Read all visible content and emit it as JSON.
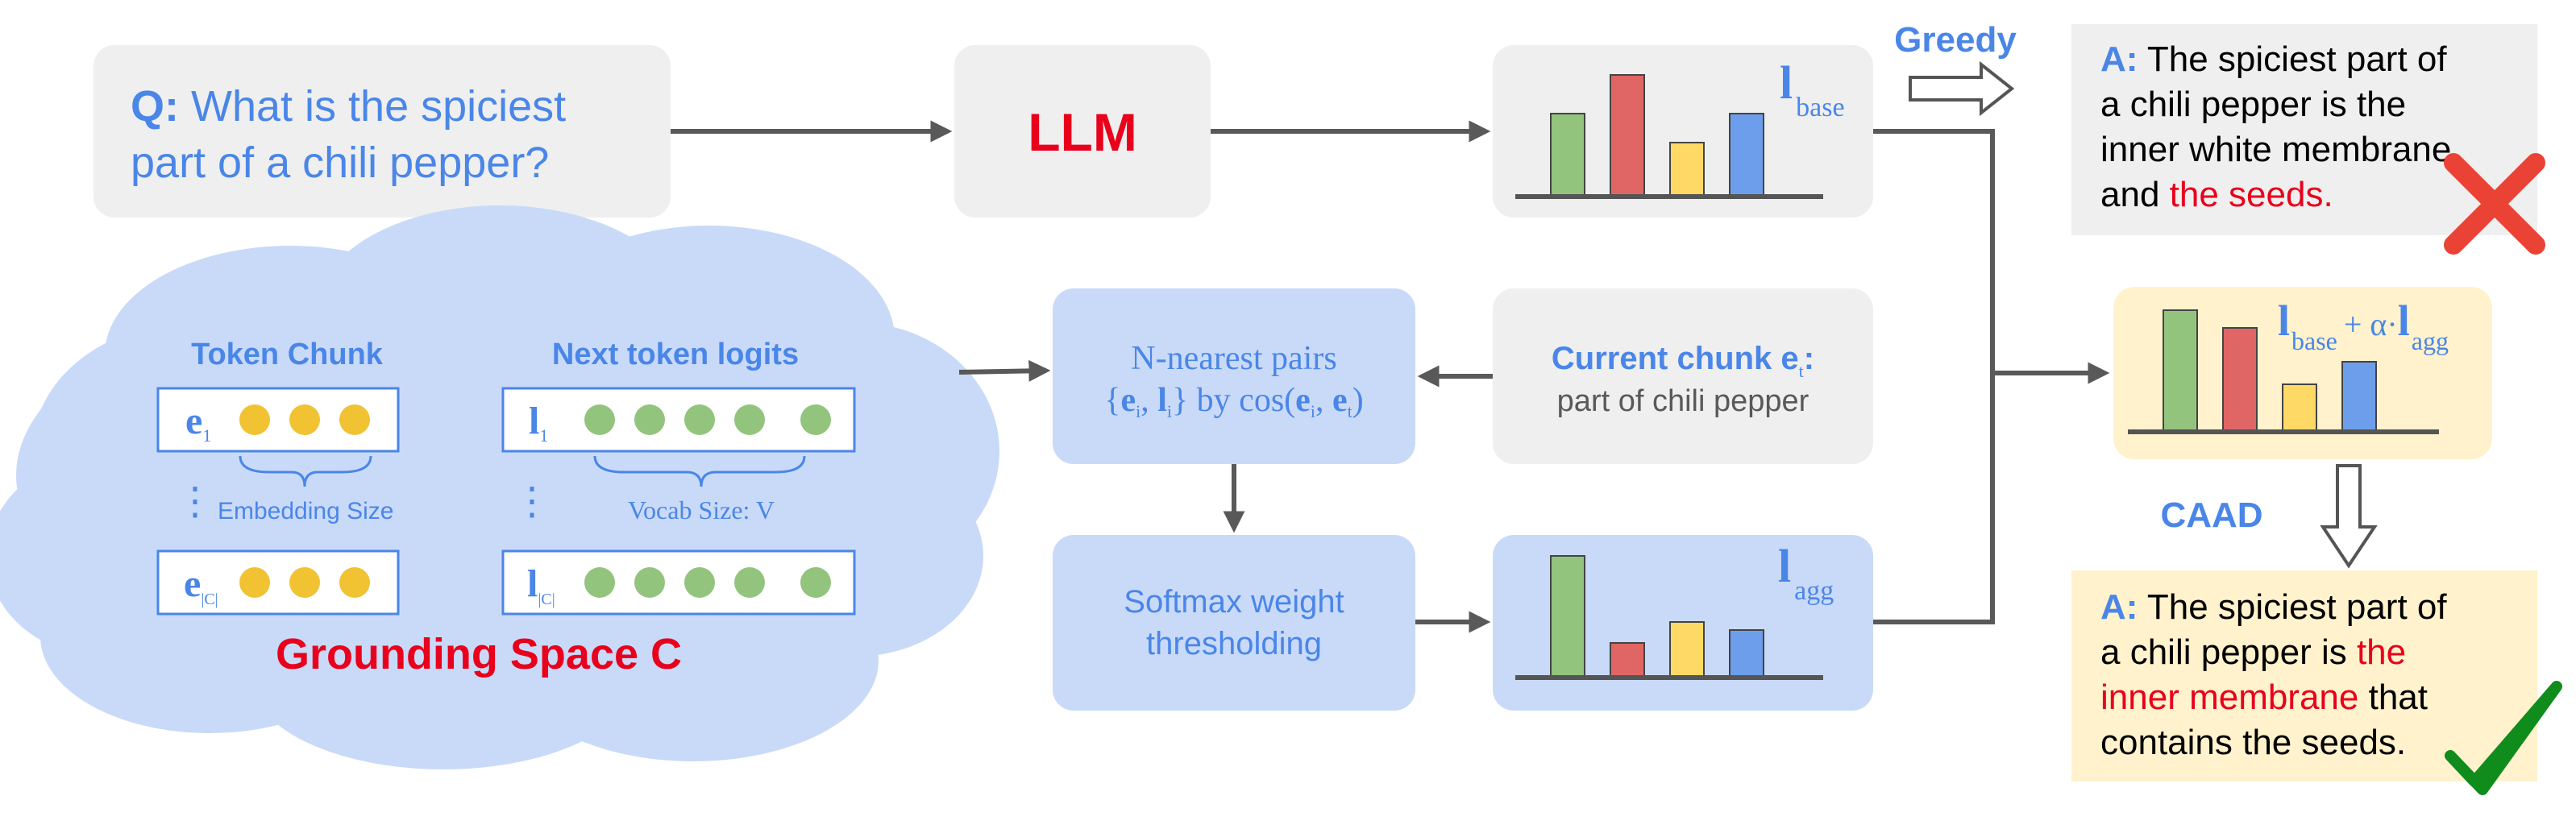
{
  "question": {
    "prefix": "Q:",
    "line1": "What is the spiciest",
    "line2": "part of a chili pepper?"
  },
  "llm_label": "LLM",
  "greedy_label": "Greedy",
  "caad_label": "CAAD",
  "base_logits": {
    "symbol": "l",
    "subscript": "base"
  },
  "agg_logits": {
    "symbol": "l",
    "subscript": "agg"
  },
  "combined_logits": {
    "symbol": "l",
    "subscript": "base",
    "plus_alpha": "+ α·",
    "symbol2": "l",
    "subscript2": "agg"
  },
  "answer_greedy": {
    "prefix": "A:",
    "line1": "The spiciest part of",
    "line2": "a chili pepper is the",
    "line3": "inner white membrane",
    "line4_black": "and ",
    "line4_red": "the seeds."
  },
  "answer_caad": {
    "prefix": "A:",
    "line1": "The spiciest part of",
    "line2_black": "a chili pepper is ",
    "line2_red": "the",
    "line3_red": "inner membrane",
    "line3_black": " that",
    "line4": "contains the seeds."
  },
  "grounding_space": {
    "title": "Grounding Space C",
    "token_chunk_header": "Token Chunk",
    "logits_header": "Next token logits",
    "embedding_size_label": "Embedding Size",
    "vocab_size_label": "Vocab Size: V",
    "e_symbol": "e",
    "e_sub_first": "1",
    "e_sub_last": "|C|",
    "l_symbol": "l",
    "l_sub_first": "1",
    "l_sub_last": "|C|",
    "vertical_dots": "⋮"
  },
  "nearest_pairs": {
    "line1": "N-nearest pairs",
    "line2": "{e_i, l_i} by cos(e_i, e_t)"
  },
  "current_chunk": {
    "label": "Current chunk e",
    "sub": "t",
    "colon": ":",
    "text": "part of chili pepper"
  },
  "softmax_box": {
    "line1": "Softmax weight",
    "line2": "thresholding"
  },
  "colors": {
    "blue_text": "#4a86e8",
    "red": "#e8001c",
    "gray_box": "#efefef",
    "blue_box": "#c9daf8",
    "yellow_box": "#fff2cc",
    "bar_green": "#93c47d",
    "bar_red": "#e06666",
    "bar_yellow": "#ffd966",
    "bar_blue": "#6d9eeb",
    "dot_yellow": "#f1c232",
    "dot_green": "#93c47d",
    "arrow": "#595959"
  },
  "icons": {
    "wrong": "cross-icon",
    "right": "checkmark-icon"
  }
}
